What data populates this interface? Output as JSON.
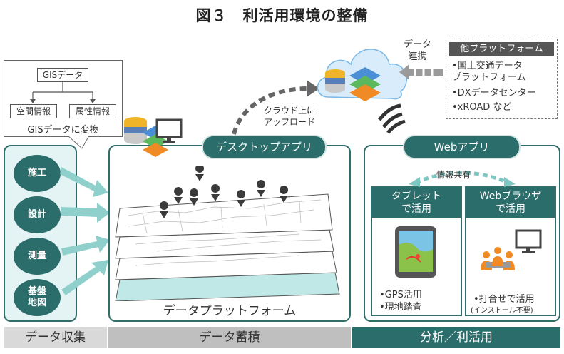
{
  "title": "図３　利活用環境の整備",
  "gis": {
    "top_node": "GISデータ",
    "left_node": "空間情報",
    "right_node": "属性情報",
    "caption": "GISデータに変換"
  },
  "collection": {
    "items": [
      "施工",
      "設計",
      "測量",
      "基盤\n地図"
    ]
  },
  "center": {
    "pill": "デスクトップアプリ",
    "label": "データプラットフォーム",
    "upload": "クラウド上に\nアップロード"
  },
  "other": {
    "title": "他プラットフォーム",
    "items": [
      "•国土交通データ\n  プラットフォーム",
      "•DXデータセンター",
      "•xROAD など"
    ],
    "link": "データ\n連携"
  },
  "web": {
    "pill": "Webアプリ",
    "share": "情報共有",
    "tablet_head": "タブレット\nで活用",
    "tablet_list": "•GPS活用\n•現地踏査",
    "browser_head": "Webブラウザ\nで活用",
    "browser_list": "•打合せで活用",
    "browser_note": "(インストール不要)"
  },
  "bands": [
    "データ収集",
    "データ蓄積",
    "分析／利活用"
  ],
  "colors": {
    "teal": "#2a6d6b",
    "light_teal": "#e4f3f3",
    "arrow": "#8fd0cc",
    "gray": "#bfbfbf"
  }
}
